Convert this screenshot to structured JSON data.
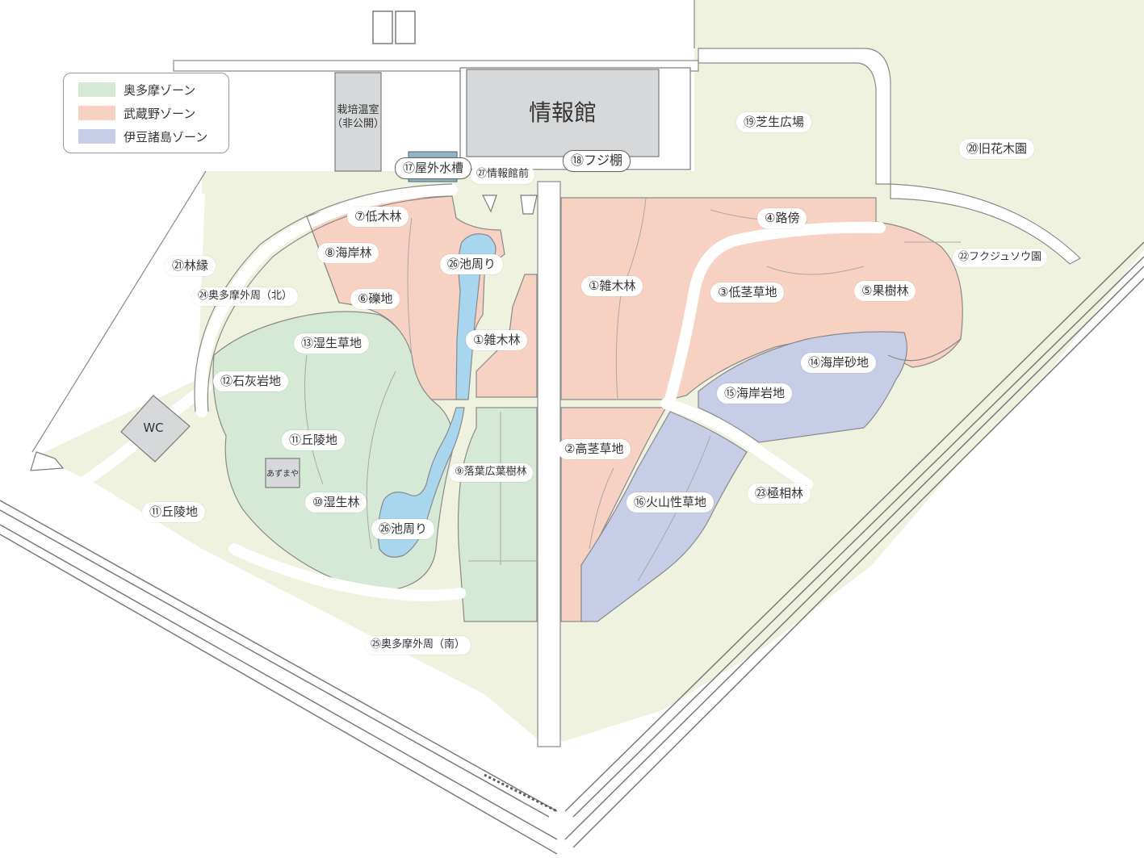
{
  "colors": {
    "background": "#ffffff",
    "park": "#eef2df",
    "path": "#ffffff",
    "okutama": "#d5e9d6",
    "musashino": "#f7d2c2",
    "izu": "#c7cde6",
    "pond": "#a8d6ee",
    "building": "#d6d8da",
    "outline": "#7a7a7a"
  },
  "legend": {
    "items": [
      {
        "label": "奥多摩ゾーン",
        "color": "#d5e9d6"
      },
      {
        "label": "武蔵野ゾーン",
        "color": "#f7d2c2"
      },
      {
        "label": "伊豆諸島ゾーン",
        "color": "#c7cde6"
      }
    ]
  },
  "buildings": {
    "info_hall": "情報館",
    "greenhouse_line1": "栽培温室",
    "greenhouse_line2": "（非公開）",
    "wc": "WC",
    "azumaya": "あずまや"
  },
  "labels": {
    "zakiboku_w": "①雑木林",
    "zakiboku_e": "①雑木林",
    "kokeisouchi_e": "②高茎草地",
    "teikeisouchi": "③低茎草地",
    "robou": "④路傍",
    "kajurin": "⑤果樹林",
    "rekichi": "⑥礫地",
    "teibokurin": "⑦低木林",
    "kaiganrin": "⑧海岸林",
    "rakuyou": "⑨落葉広葉樹林",
    "shisseirin": "⑩湿生林",
    "kyuryo_in": "⑪丘陵地",
    "kyuryo_out": "⑪丘陵地",
    "sekkaigan": "⑫石灰岩地",
    "shisseisouchi": "⑬湿生草地",
    "kaigansachi": "⑭海岸砂地",
    "kaigangan": "⑮海岸岩地",
    "kazansei": "⑯火山性草地",
    "suisou": "⑰屋外水槽",
    "fujidana": "⑱フジ棚",
    "shibafu": "⑲芝生広場",
    "kyuka": "⑳旧花木園",
    "rinen": "㉑林縁",
    "fukujuso": "㉒フクジュソウ園",
    "gokusou": "㉓極相林",
    "gaishu_n": "㉔奥多摩外周（北）",
    "gaishu_s": "㉕奥多摩外周（南）",
    "ike_n": "㉖池周り",
    "ike_s": "㉖池周り",
    "johokanmae": "㉗情報館前"
  }
}
